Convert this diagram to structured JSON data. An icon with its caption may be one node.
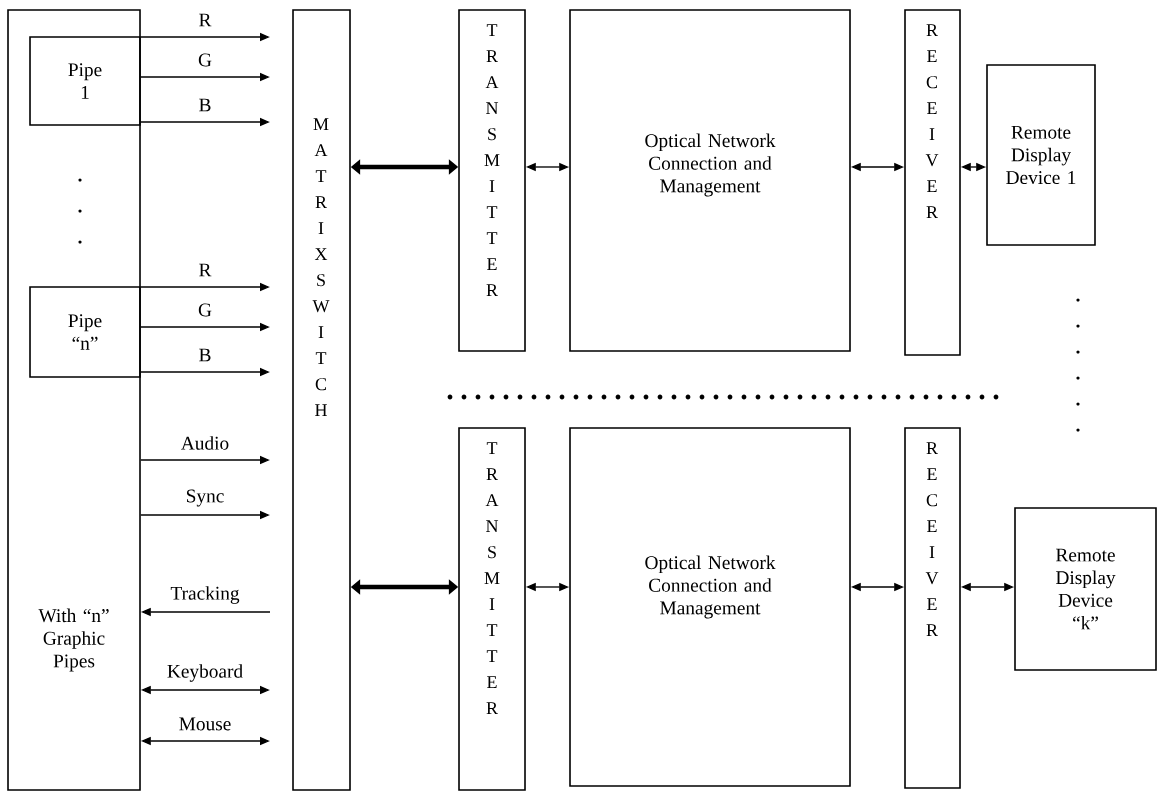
{
  "diagram": {
    "nodes": [
      {
        "text": [
          "With “n” Graphic Pipes"
        ]
      },
      {
        "text": [
          "Pipe 1"
        ],
        "in": 0
      },
      {
        "text": [
          "Pipe “n”"
        ],
        "in": 0
      },
      {
        "text": [
          "MATRIX SWITCH"
        ]
      },
      {
        "text": [
          "TRANSMITTER"
        ]
      },
      {
        "text": [
          "Optical Network Connection and Management"
        ]
      },
      {
        "text": [
          "RECEIVER"
        ]
      },
      {
        "text": [
          "Remote Display Device 1"
        ]
      },
      {
        "text": [
          "TRANSMITTER"
        ]
      },
      {
        "text": [
          "Optical Network Connection and Management"
        ]
      },
      {
        "text": [
          "RECEIVER"
        ]
      },
      {
        "text": [
          "Remote Display Device “k”"
        ]
      }
    ],
    "edges": [
      {
        "from": 1,
        "to": null,
        "arrow": "to",
        "label": "R"
      },
      {
        "from": 1,
        "to": null,
        "arrow": "to",
        "label": "G"
      },
      {
        "from": 1,
        "to": null,
        "arrow": "to",
        "label": "B"
      },
      {
        "from": 2,
        "to": null,
        "arrow": "to",
        "label": "R"
      },
      {
        "from": 2,
        "to": null,
        "arrow": "to",
        "label": "G"
      },
      {
        "from": 2,
        "to": null,
        "arrow": "to",
        "label": "B"
      },
      {
        "from": 0,
        "to": null,
        "arrow": "to",
        "label": "Audio"
      },
      {
        "from": 0,
        "to": null,
        "arrow": "to",
        "label": "Sync"
      },
      {
        "from": null,
        "to": 0,
        "arrow": "to",
        "label": "Tracking"
      },
      {
        "from": 0,
        "to": null,
        "arrow": "both",
        "label": "Keyboard"
      },
      {
        "from": 0,
        "to": null,
        "arrow": "both",
        "label": "Mouse"
      },
      {
        "from": 3,
        "to": 4,
        "arrow": "both",
        "style": "thick"
      },
      {
        "from": 4,
        "to": 5,
        "arrow": "both"
      },
      {
        "from": 5,
        "to": 6,
        "arrow": "both"
      },
      {
        "from": 6,
        "to": 7,
        "arrow": "both"
      },
      {
        "from": 3,
        "to": 8,
        "arrow": "both",
        "style": "thick"
      },
      {
        "from": 8,
        "to": 9,
        "arrow": "both"
      },
      {
        "from": 9,
        "to": 10,
        "arrow": "both"
      },
      {
        "from": 10,
        "to": 11,
        "arrow": "both"
      }
    ]
  }
}
